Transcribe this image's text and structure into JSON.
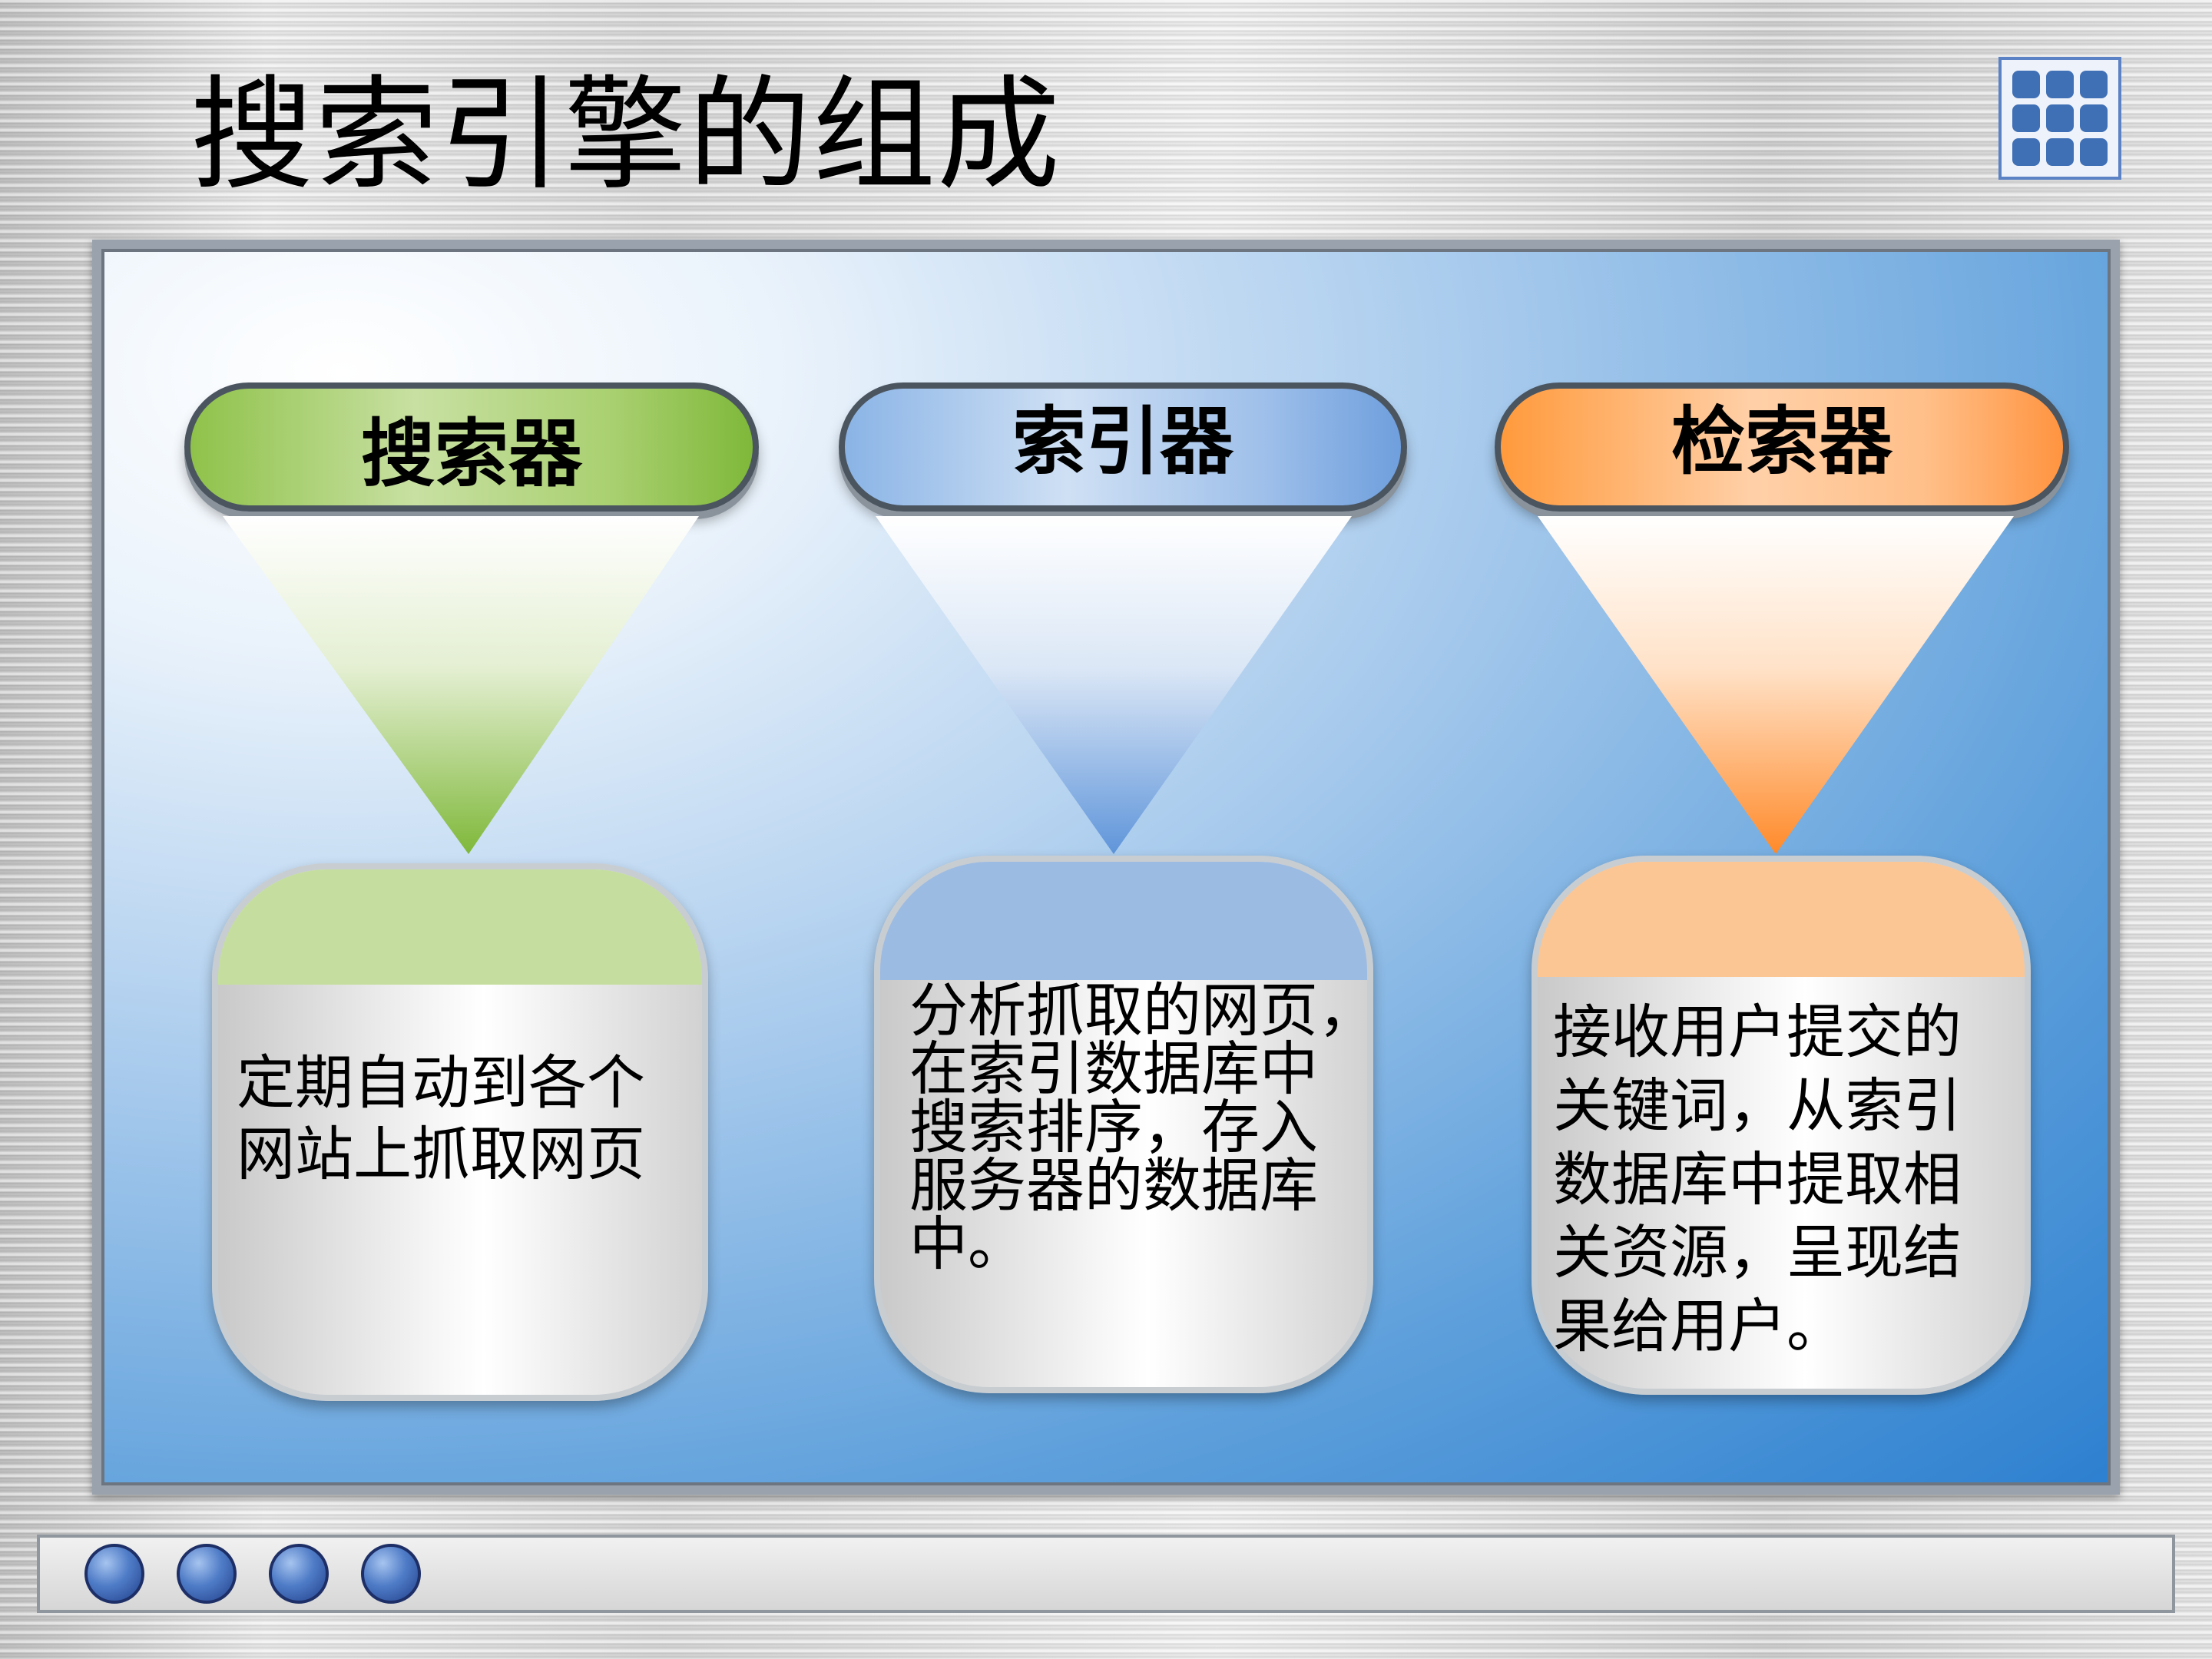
{
  "slide": {
    "title": "搜索引擎的组成"
  },
  "columns": [
    {
      "header": "搜索器",
      "body": "定期自动到各个\n网站上抓取网页",
      "accent": "#8fc24a"
    },
    {
      "header": "索引器",
      "body": "分析抓取的网页，\n在索引数据库中\n搜索排序，存入\n服务器的数据库\n中。",
      "accent": "#6f9fdd"
    },
    {
      "header": "检索器",
      "body": "接收用户提交的\n关键词，从索引\n数据库中提取相\n关资源，呈现结\n果给用户。",
      "accent": "#ff9440"
    }
  ],
  "colors": {
    "panel_edge": "#2d80d0",
    "nav_dot": "#4f7cc7"
  },
  "icons": {
    "logo": "grid-icon",
    "nav": "circle-icon"
  }
}
